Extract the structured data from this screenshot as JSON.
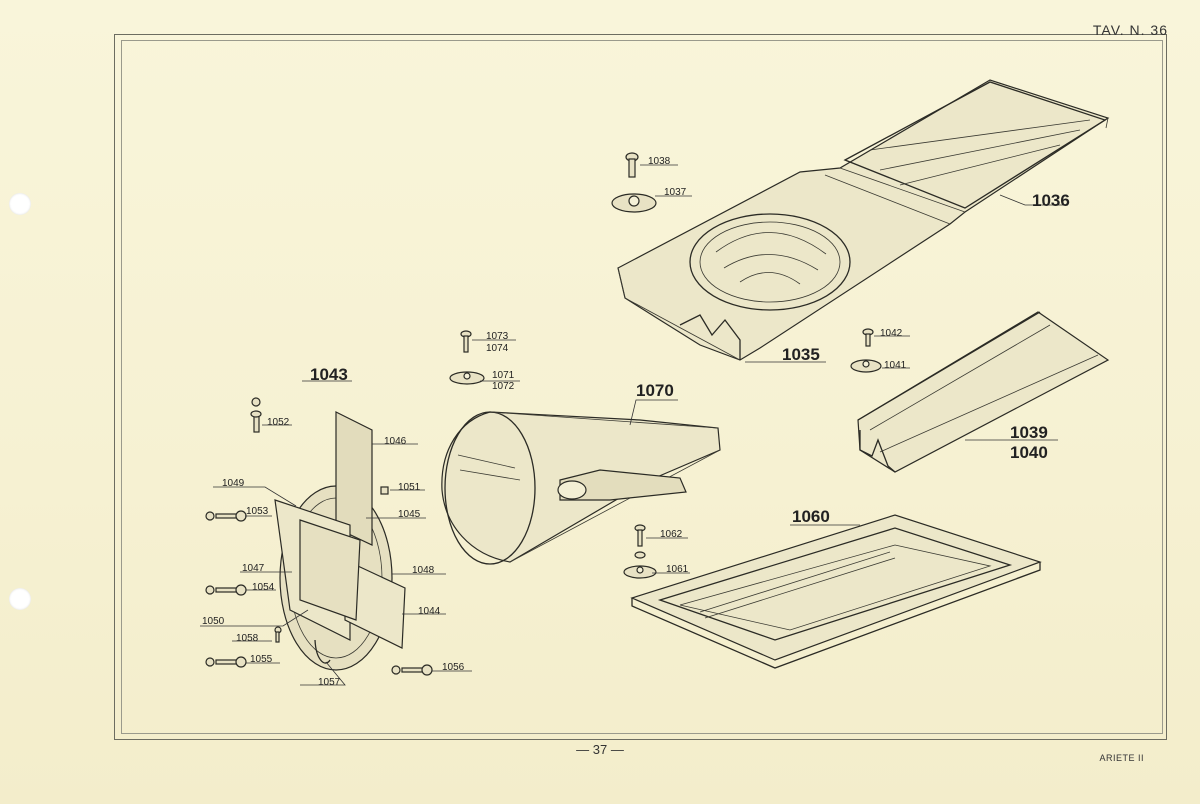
{
  "header": {
    "plate_id": "TAV. N. 36"
  },
  "footer": {
    "page_number": "— 37 —",
    "model": "ARIETE II"
  },
  "parts": {
    "p1036": "1036",
    "p1038": "1038",
    "p1037": "1037",
    "p1035": "1035",
    "p1042": "1042",
    "p1041": "1041",
    "p1039": "1039",
    "p1040": "1040",
    "p1043": "1043",
    "p1073": "1073",
    "p1074": "1074",
    "p1071": "1071",
    "p1072": "1072",
    "p1070": "1070",
    "p1052": "1052",
    "p1046": "1046",
    "p1051": "1051",
    "p1049": "1049",
    "p1053": "1053",
    "p1045": "1045",
    "p1047": "1047",
    "p1048": "1048",
    "p1054": "1054",
    "p1044": "1044",
    "p1050": "1050",
    "p1058": "1058",
    "p1055": "1055",
    "p1057": "1057",
    "p1056": "1056",
    "p1060": "1060",
    "p1062": "1062",
    "p1061": "1061"
  }
}
